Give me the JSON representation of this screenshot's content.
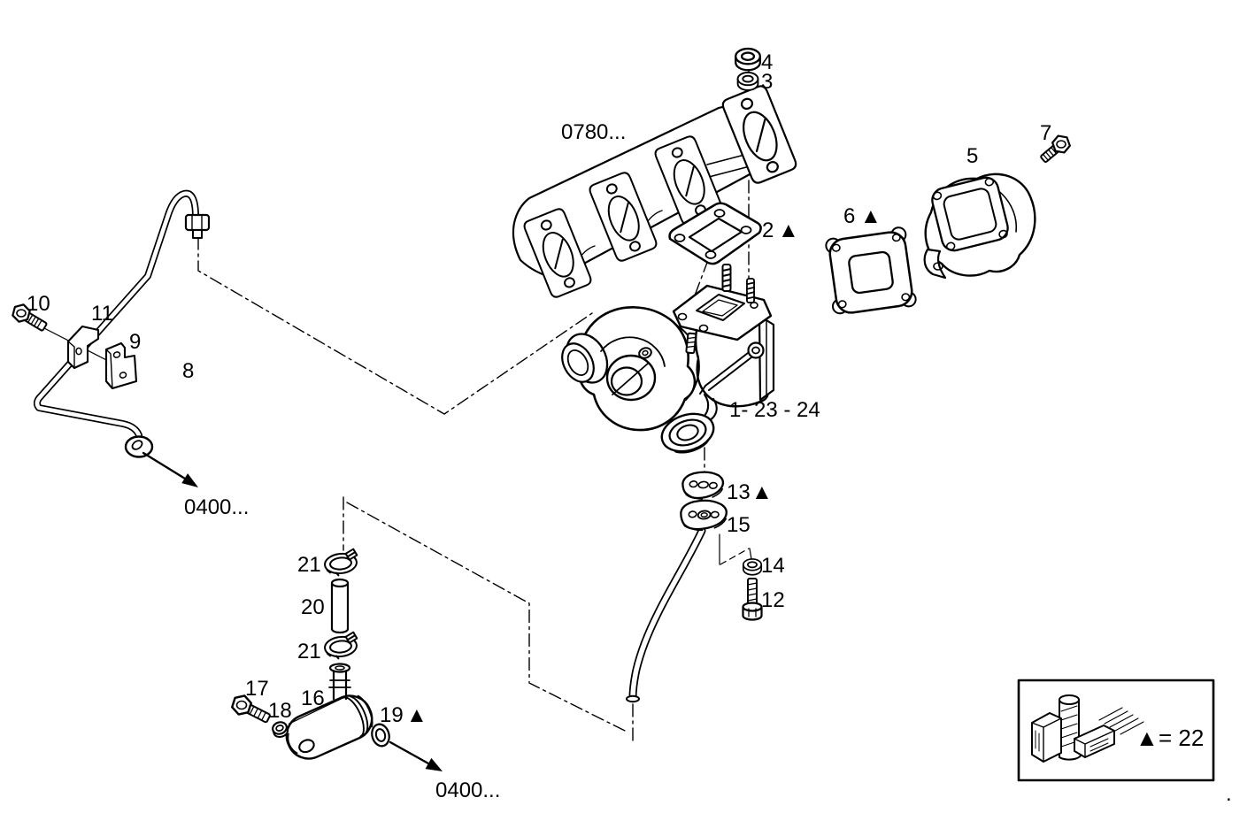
{
  "colors": {
    "background": "#ffffff",
    "ink": "#000000"
  },
  "callouts": {
    "part1_23_24": "1- 23 - 24",
    "part2": "2",
    "part3": "3",
    "part4": "4",
    "part5": "5",
    "part6": "6",
    "part7": "7",
    "part8": "8",
    "part9": "9",
    "part10": "10",
    "part11": "11",
    "part12": "12",
    "part13": "13",
    "part14": "14",
    "part15": "15",
    "part16": "16",
    "part17": "17",
    "part18": "18",
    "part19": "19",
    "part20": "20",
    "part21_top": "21",
    "part21_bottom": "21"
  },
  "references": {
    "manifold_drawing_ref": "0780...",
    "left_pipe_destination_ref": "0400...",
    "bottom_destination_ref": "0400..."
  },
  "marker": {
    "triangle": "▲"
  },
  "legend": {
    "triangle": "▲",
    "equals_value": "= 22"
  },
  "punctuation": {
    "trailing_dot": "."
  }
}
